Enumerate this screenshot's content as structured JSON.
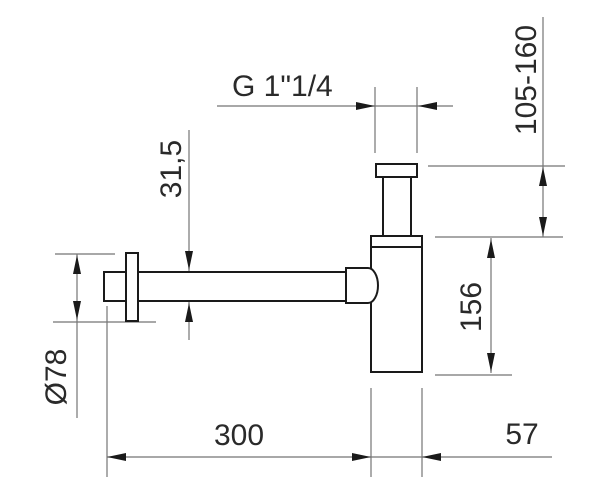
{
  "drawing": {
    "labels": {
      "thread": "G 1\"1/4",
      "height_range": "105-160",
      "tube_diameter": "31,5",
      "body_height": "156",
      "flange_diameter": "Ø78",
      "tube_length": "300",
      "side_offset": "57"
    },
    "colors": {
      "outline": "#1a1a1a",
      "dimension_lines": "#757575",
      "text": "#2a2a2a",
      "background": "#ffffff"
    }
  }
}
